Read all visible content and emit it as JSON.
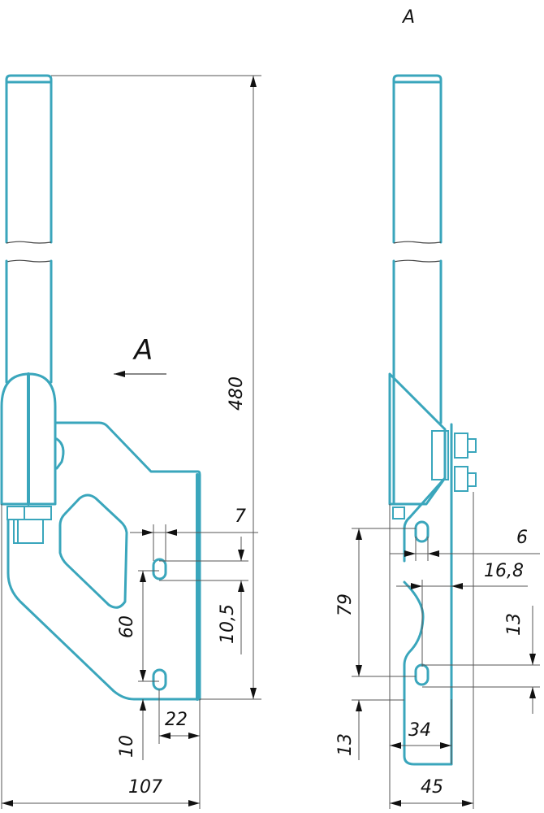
{
  "drawing": {
    "view_label_top": "A",
    "view_arrow_label": "A",
    "line_color": "#3aa6bc",
    "dimension_color": "#555555"
  },
  "front_view": {
    "dimensions": {
      "overall_height": "480",
      "slot_width": "7",
      "slot_length": "10,5",
      "slot_spacing": "60",
      "slot_from_bottom": "10",
      "slot_from_edge": "22",
      "overall_width": "107"
    }
  },
  "side_view": {
    "dimensions": {
      "slot_width": "6",
      "offset": "16,8",
      "slot_spacing": "79",
      "slot_length": "13",
      "bottom_offset": "13",
      "bracket_width": "34",
      "overall_width": "45"
    }
  }
}
